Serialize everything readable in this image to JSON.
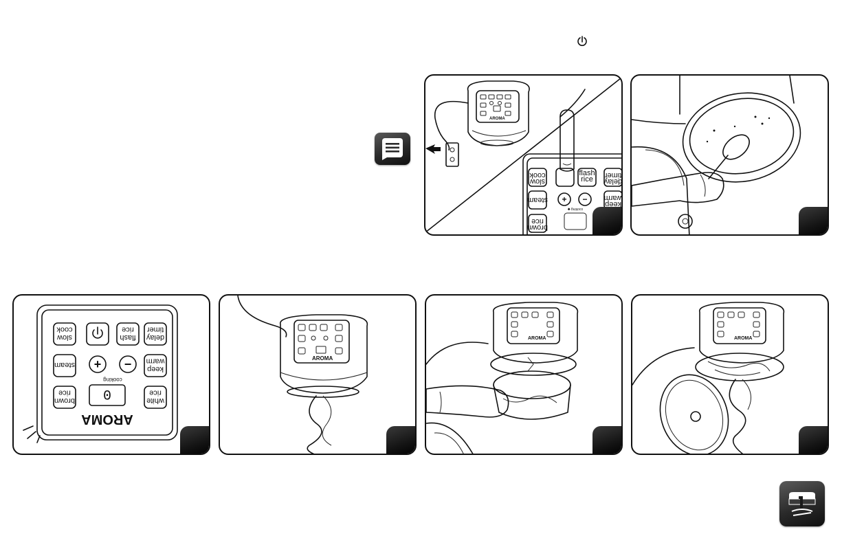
{
  "header": {
    "power_symbol": "⏻"
  },
  "panels": {
    "plug_in": {
      "buttons": [
        {
          "label": "slow\ncook"
        },
        {
          "label": "flash\nrice"
        },
        {
          "label": "delay\ntimer"
        },
        {
          "label": "steam"
        },
        {
          "label": "keep\nwarm"
        },
        {
          "label": "brown\nrice"
        }
      ],
      "cooking_indicator": "cooking"
    },
    "control_panel": {
      "brand": "AROMA",
      "buttons": {
        "slow_cook": "slow\ncook",
        "flash_rice": "flash\nrice",
        "delay_timer": "delay\ntimer",
        "steam": "steam",
        "keep_warm": "keep\nwarm",
        "brown_rice": "brown\nrice",
        "white_rice": "white\nrice"
      },
      "plus": "+",
      "minus": "−",
      "display": "0",
      "cooking_indicator": "cooking"
    },
    "appliance_brand": "AROMA"
  },
  "icons": {
    "menu": "menu-icon",
    "unit": "appliance-unit-icon"
  },
  "colors": {
    "line": "#111111",
    "badge": "#1a1a1a"
  }
}
